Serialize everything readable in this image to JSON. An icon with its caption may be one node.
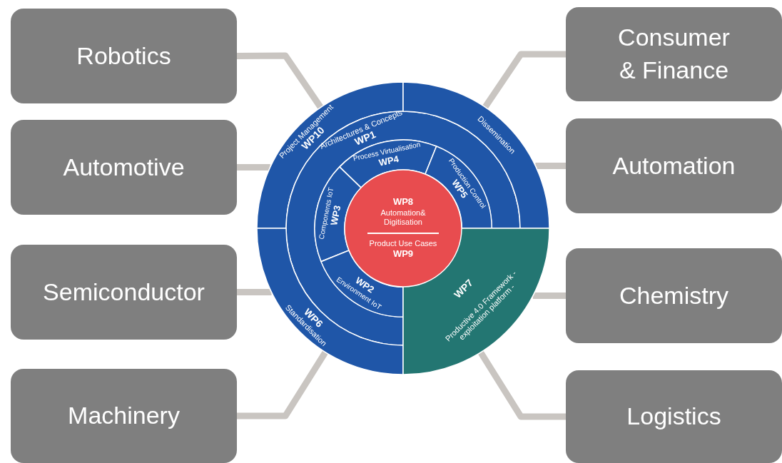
{
  "diagram": {
    "nodes": [
      {
        "text": [],
        "shape": "circle"
      },
      {
        "text": [
          "Project Management",
          "WP10"
        ],
        "in": 0
      },
      {
        "text": [
          "Architectures & Concepts",
          "WP1"
        ],
        "in": 0
      },
      {
        "text": [
          "Process Virtualisation",
          "WP4"
        ],
        "in": 0
      },
      {
        "text": [
          "Production Control",
          "WP5"
        ],
        "in": 0
      },
      {
        "text": [
          "Components IoT",
          "WP3"
        ],
        "in": 0
      },
      {
        "text": [
          "WP8",
          "Automation& Digitisation",
          "Product Use Cases",
          "WP9"
        ],
        "in": 0
      },
      {
        "text": [
          "WP2",
          "Environment IoT"
        ],
        "in": 0
      },
      {
        "text": [
          "Dissemination"
        ],
        "in": 0
      },
      {
        "text": [
          "WP6",
          "Standardisation"
        ],
        "in": 0
      },
      {
        "text": [
          "WP7",
          "Productive 4.0 Framework - exploitation platform -"
        ],
        "in": 0
      },
      {
        "text": [
          "Robotics"
        ]
      },
      {
        "text": [
          "Consumer & Finance"
        ]
      },
      {
        "text": [
          "Automotive"
        ]
      },
      {
        "text": [
          "Automation"
        ]
      },
      {
        "text": [
          "Semiconductor"
        ]
      },
      {
        "text": [
          "Chemistry"
        ]
      },
      {
        "text": [
          "Machinery"
        ]
      },
      {
        "text": [
          "Logistics"
        ]
      }
    ],
    "edges": [
      {
        "from": 11,
        "to": 0,
        "arrow": "none"
      },
      {
        "from": 0,
        "to": 12,
        "arrow": "none"
      },
      {
        "from": 13,
        "to": 0,
        "arrow": "none"
      },
      {
        "from": 0,
        "to": 14,
        "arrow": "none"
      },
      {
        "from": 15,
        "to": 0,
        "arrow": "none"
      },
      {
        "from": 0,
        "to": 16,
        "arrow": "none"
      },
      {
        "from": 17,
        "to": 0,
        "arrow": "none"
      },
      {
        "from": 0,
        "to": 18,
        "arrow": "none"
      }
    ]
  }
}
